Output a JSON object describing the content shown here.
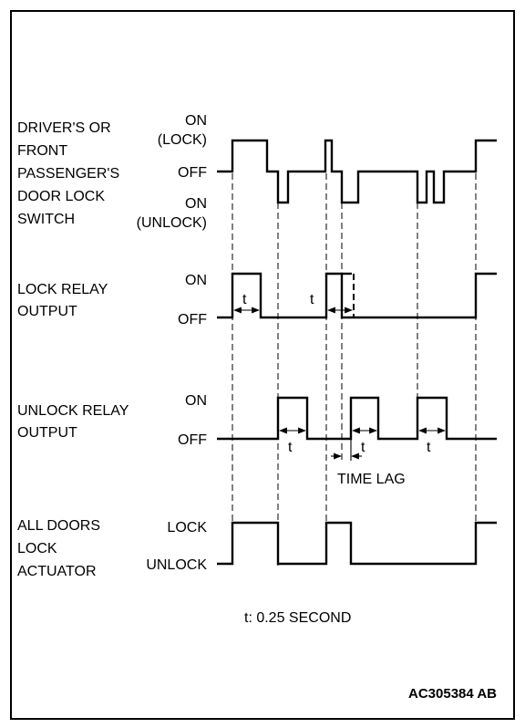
{
  "signals": [
    {
      "id": "switch",
      "label_lines": [
        "DRIVER'S OR",
        "FRONT",
        "PASSENGER'S",
        "DOOR LOCK",
        "SWITCH"
      ],
      "states": [
        [
          "ON",
          "(LOCK)"
        ],
        [
          "OFF"
        ],
        [
          "ON",
          "(UNLOCK)"
        ]
      ]
    },
    {
      "id": "lock_relay",
      "label_lines": [
        "LOCK RELAY",
        "OUTPUT"
      ],
      "states": [
        [
          "ON"
        ],
        [
          "OFF"
        ]
      ]
    },
    {
      "id": "unlock_relay",
      "label_lines": [
        "UNLOCK RELAY",
        "OUTPUT"
      ],
      "states": [
        [
          "ON"
        ],
        [
          "OFF"
        ]
      ]
    },
    {
      "id": "actuator",
      "label_lines": [
        "ALL DOORS",
        "LOCK",
        "ACTUATOR"
      ],
      "states": [
        [
          "LOCK"
        ],
        [
          "UNLOCK"
        ]
      ]
    }
  ],
  "annotations": {
    "t_label": "t",
    "time_lag": "TIME LAG",
    "legend": "t: 0.25 SECOND",
    "figure_code": "AC305384 AB"
  },
  "colors": {
    "line": "#000000",
    "background": "#ffffff"
  }
}
